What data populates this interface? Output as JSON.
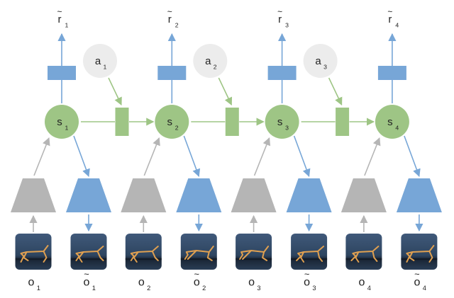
{
  "colors": {
    "state": "#9ec585",
    "transition": "#9ec585",
    "action": "#ececec",
    "encoder": "#b5b5b5",
    "decoder": "#77a6d7",
    "reward": "#77a6d7",
    "image_bg_top": "#3c5573",
    "image_bg_bottom": "#1c2a3d",
    "figure": "#e0a050"
  },
  "timesteps": [
    {
      "state": {
        "base": "s",
        "sub": "1"
      },
      "reward": {
        "base": "r",
        "sub": "1"
      },
      "obs": {
        "base": "o",
        "sub": "1"
      },
      "recon": {
        "base": "o",
        "sub": "1"
      },
      "action": {
        "base": "a",
        "sub": "1"
      }
    },
    {
      "state": {
        "base": "s",
        "sub": "2"
      },
      "reward": {
        "base": "r",
        "sub": "2"
      },
      "obs": {
        "base": "o",
        "sub": "2"
      },
      "recon": {
        "base": "o",
        "sub": "2"
      },
      "action": {
        "base": "a",
        "sub": "2"
      }
    },
    {
      "state": {
        "base": "s",
        "sub": "3"
      },
      "reward": {
        "base": "r",
        "sub": "3"
      },
      "obs": {
        "base": "o",
        "sub": "3"
      },
      "recon": {
        "base": "o",
        "sub": "3"
      },
      "action": {
        "base": "a",
        "sub": "3"
      }
    },
    {
      "state": {
        "base": "s",
        "sub": "4"
      },
      "reward": {
        "base": "r",
        "sub": "4"
      },
      "obs": {
        "base": "o",
        "sub": "4"
      },
      "recon": {
        "base": "o",
        "sub": "4"
      },
      "action": null
    }
  ],
  "tilde": "~"
}
